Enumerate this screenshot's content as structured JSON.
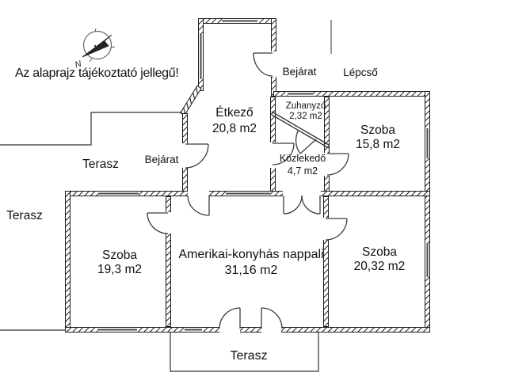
{
  "title_note": "Az alaprajz tájékoztató jellegű!",
  "compass": {
    "north_label": "N"
  },
  "labels": {
    "terasz_upper": "Terasz",
    "terasz_left": "Terasz",
    "terasz_bottom": "Terasz",
    "bejarat_top": "Bejárat",
    "bejarat_left": "Bejárat",
    "lepcso": "Lépcső"
  },
  "rooms": [
    {
      "name": "Étkező",
      "area": "20,8 m2"
    },
    {
      "name": "Zuhanyzó",
      "area": "2,32 m2"
    },
    {
      "name": "Szoba",
      "area": "15,8 m2"
    },
    {
      "name": "Közlekedő",
      "area": "4,7 m2"
    },
    {
      "name": "Szoba",
      "area": "19,3 m2"
    },
    {
      "name": "Amerikai-konyhás nappali",
      "area": "31,16 m2"
    },
    {
      "name": "Szoba",
      "area": "20,32 m2"
    }
  ],
  "colors": {
    "wall_line": "#1b1b1b",
    "hatch": "#2a2a2a",
    "door_line": "#3c3c3c",
    "text": "#111111",
    "background": "#ffffff"
  }
}
